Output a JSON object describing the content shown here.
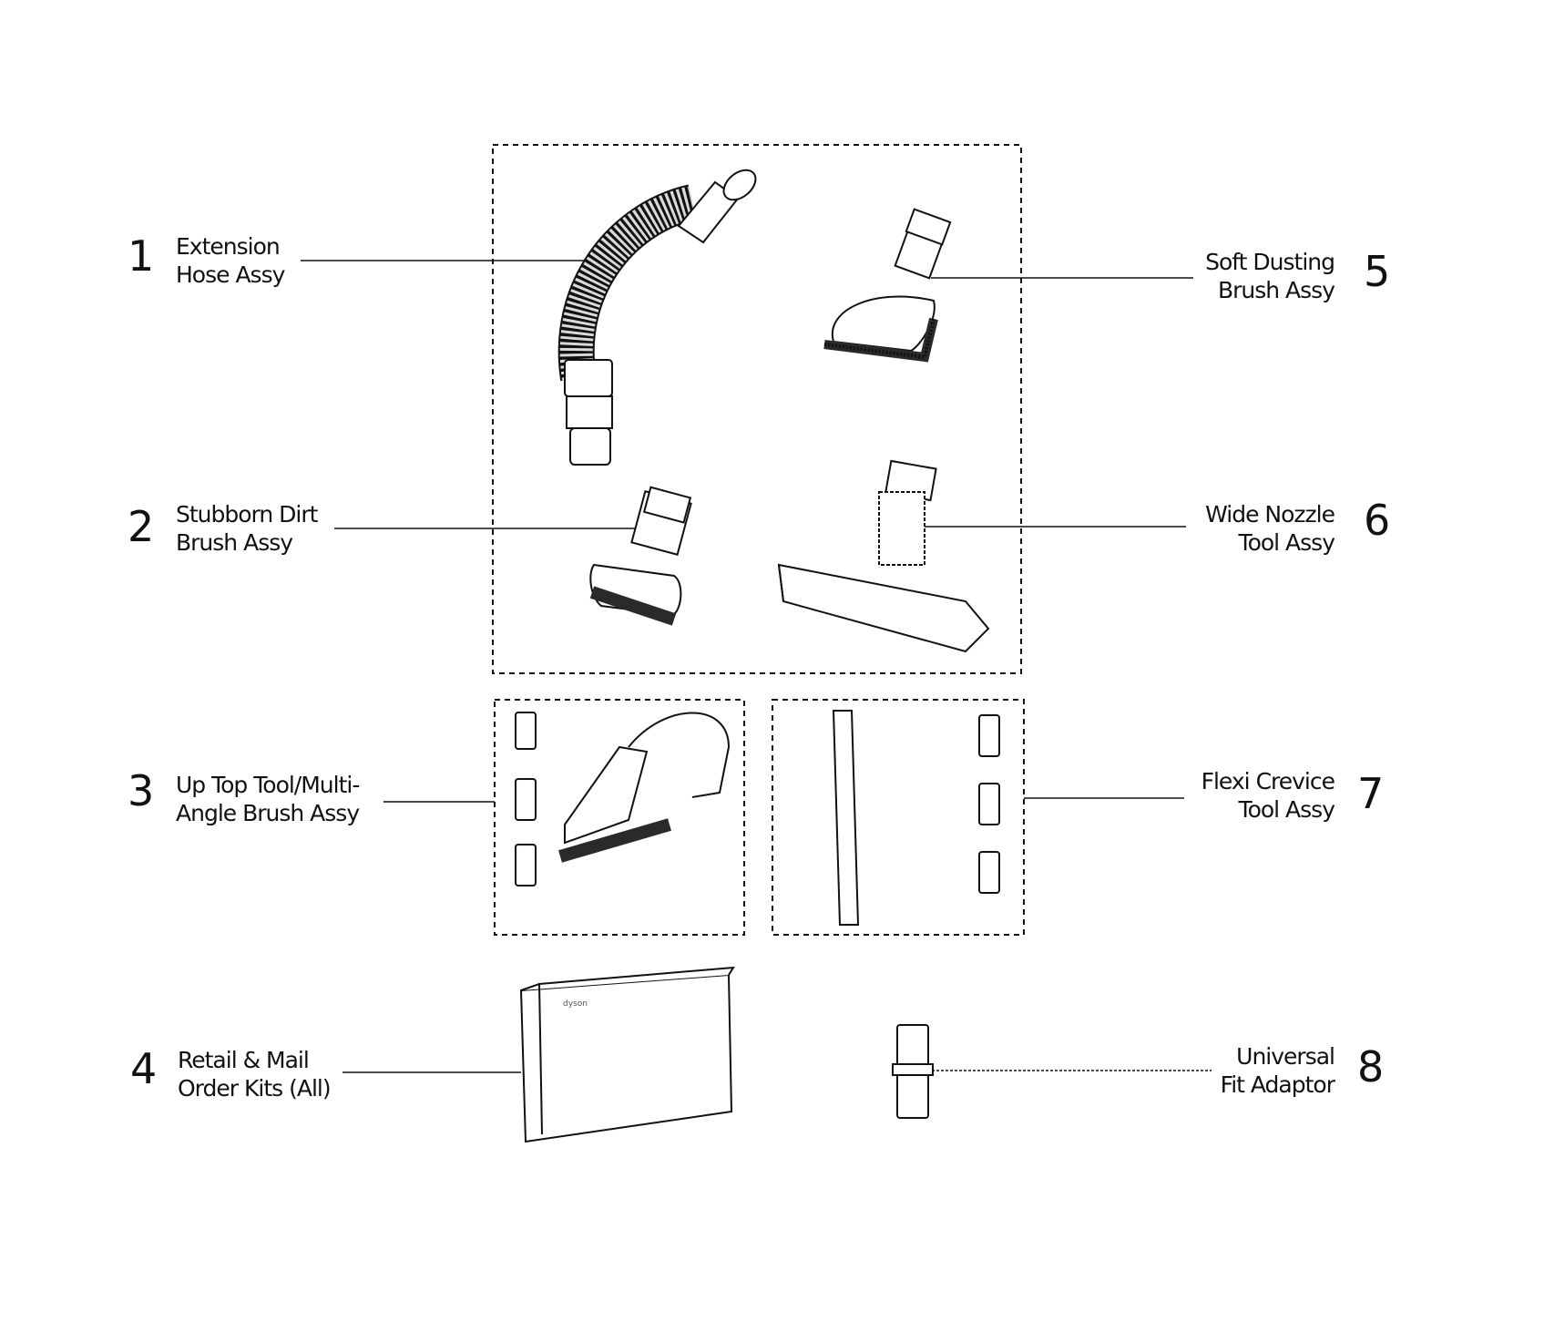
{
  "parts": [
    {
      "number": "1",
      "line1": "Extension",
      "line2": "Hose Assy"
    },
    {
      "number": "2",
      "line1": "Stubborn Dirt",
      "line2": "Brush Assy"
    },
    {
      "number": "3",
      "line1": "Up Top Tool/Multi-",
      "line2": "Angle Brush Assy"
    },
    {
      "number": "4",
      "line1": "Retail & Mail",
      "line2": "Order Kits (All)"
    },
    {
      "number": "5",
      "line1": "Soft Dusting",
      "line2": "Brush Assy"
    },
    {
      "number": "6",
      "line1": "Wide Nozzle",
      "line2": "Tool Assy"
    },
    {
      "number": "7",
      "line1": "Flexi Crevice",
      "line2": "Tool Assy"
    },
    {
      "number": "8",
      "line1": "Universal",
      "line2": "Fit Adaptor"
    }
  ],
  "box_brand": "dyson",
  "colors": {
    "ink": "#111111",
    "fill": "#ffffff",
    "shade": "#cfcfcf",
    "bristle": "#2a2a2a"
  }
}
